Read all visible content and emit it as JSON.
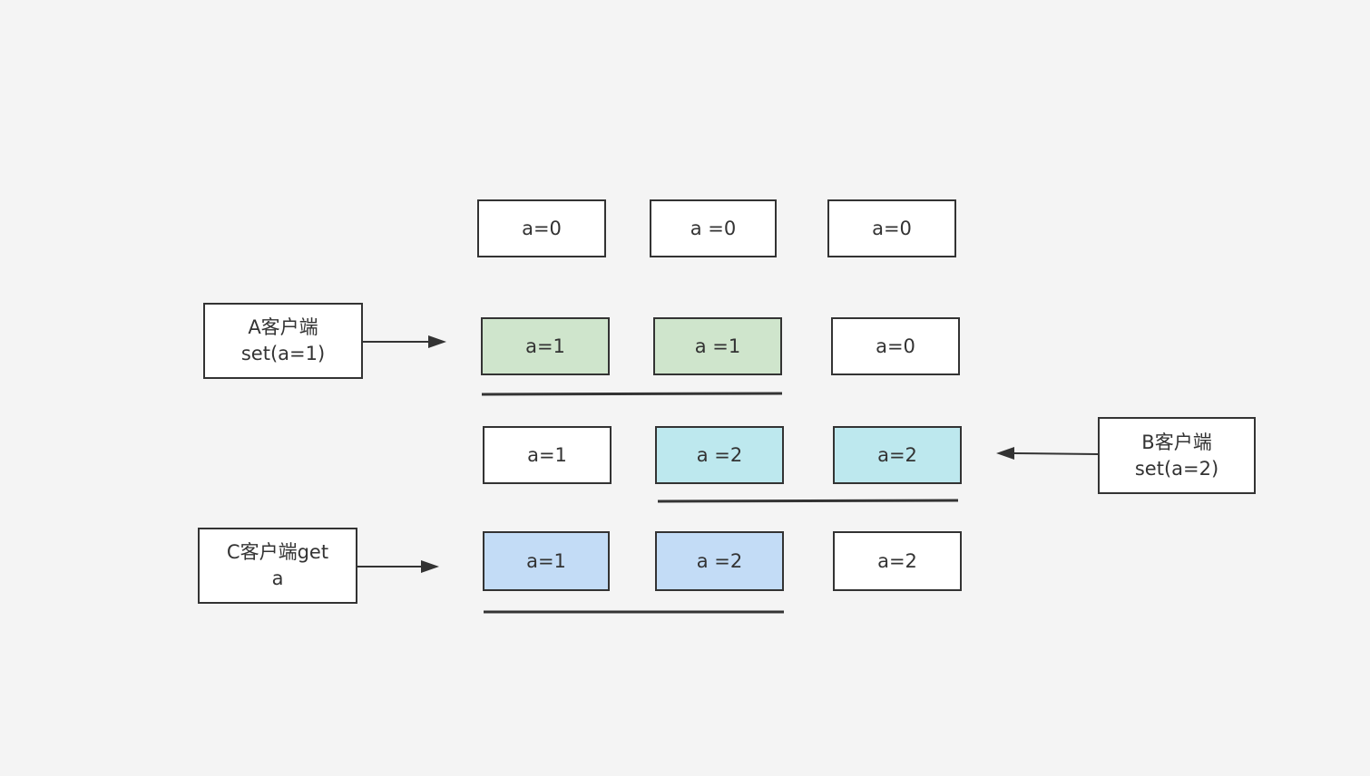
{
  "nodes": {
    "row0": [
      "a=0",
      "a =0",
      "a=0"
    ],
    "row1": [
      "a=1",
      "a =1",
      "a=0"
    ],
    "row2": [
      "a=1",
      "a =2",
      "a=2"
    ],
    "row3": [
      "a=1",
      "a =2",
      "a=2"
    ]
  },
  "clients": {
    "a": {
      "line1": "A客户端",
      "line2": "set(a=1)"
    },
    "b": {
      "line1": "B客户端",
      "line2": "set(a=2)"
    },
    "c": {
      "line1": "C客户端get",
      "line2": "a"
    }
  },
  "colors": {
    "border": "#333333",
    "node_default": "#ffffff",
    "node_written_a": "#cfe5cc",
    "node_written_b": "#bde8ee",
    "node_read_c": "#c3dcf6",
    "background": "#f4f4f4"
  }
}
